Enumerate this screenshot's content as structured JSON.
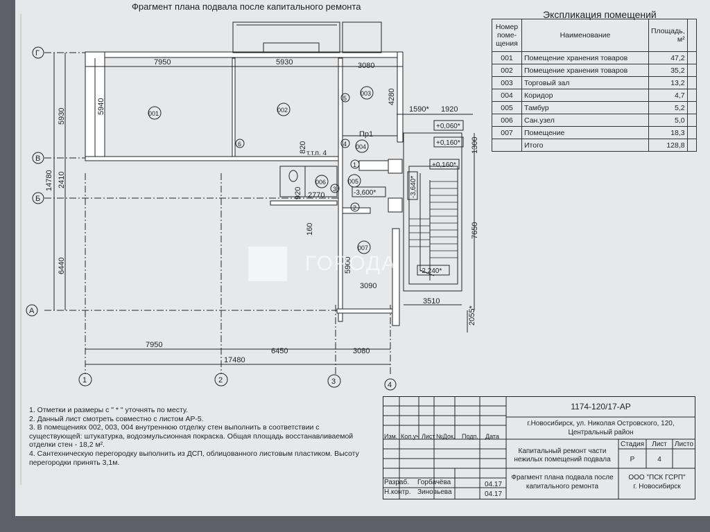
{
  "sheet_title": "Фрагмент плана подвала после капитального ремонта",
  "explication": {
    "title": "Экспликация помещений",
    "headers": {
      "number": "Номер поме- щения",
      "name": "Наименование",
      "area": "Площадь, м²"
    },
    "rows": [
      {
        "num": "001",
        "name": "Помещение хранения товаров",
        "area": "47,2"
      },
      {
        "num": "002",
        "name": "Помещение хранения товаров",
        "area": "35,2"
      },
      {
        "num": "003",
        "name": "Торговый зал",
        "area": "13,2"
      },
      {
        "num": "004",
        "name": "Коридор",
        "area": "4,7"
      },
      {
        "num": "005",
        "name": "Тамбур",
        "area": "5,2"
      },
      {
        "num": "006",
        "name": "Сан.узел",
        "area": "5,0"
      },
      {
        "num": "007",
        "name": "Помещение",
        "area": "18,3"
      }
    ],
    "total_label": "Итого",
    "total_area": "128,8"
  },
  "plan": {
    "axes_letters": [
      "Г",
      "В",
      "Б",
      "А"
    ],
    "axes_numbers": [
      "1",
      "2",
      "3",
      "4"
    ],
    "rooms": [
      "001",
      "002",
      "003",
      "004",
      "005",
      "006",
      "007"
    ],
    "small_marks": [
      "1",
      "2",
      "3",
      "4",
      "5",
      "6"
    ],
    "dims": {
      "top": [
        "7950",
        "5930",
        "3080"
      ],
      "bottom1": [
        "7950",
        "6450",
        "3080"
      ],
      "bottom2": "17480",
      "left": [
        "5930",
        "2410",
        "6440"
      ],
      "left_total": "14780",
      "r001_height": "5940",
      "r003_height": "4280",
      "d820": "820",
      "d920": "920",
      "d2770": "2770",
      "d160": "160",
      "d5900": "5900",
      "d3090": "3090",
      "d1590": "1590*",
      "d1920": "1920",
      "d1300": "1300",
      "d7650": "7650",
      "d3510": "3510",
      "d2055": "2055*"
    },
    "labels": {
      "pr1": "Пр1",
      "ttp": "т.т.п. 4",
      "lvl1": "+0,060*",
      "lvl2": "+0,160*",
      "lvl3": "+0,160*",
      "lvl4": "-3,600*",
      "lvl5": "-3,640*",
      "lvl6": "-2,240*"
    }
  },
  "notes": [
    "1. Отметки и размеры с \" * \" уточнять по месту.",
    "2. Данный лист смотреть совместно с листом АР-5.",
    "3. В помещениях 002, 003, 004 внутреннюю отделку стен выполнить в соответствии с",
    "существующей: штукатурка, водоэмульсионная покраска. Общая площадь восстанавливаемой",
    "отделки стен - 18,2 м².",
    "4. Сантехническую перегородку выполнить из ДСП, облицованного листовым пластиком. Высоту",
    "перегородки принять 3,1м."
  ],
  "stamp": {
    "code": "1174-120/17-АР",
    "address_1": "г.Новосибирск, ул. Николая Островского, 120,",
    "address_2": "Центральный район",
    "project_1": "Капитальный ремонт части",
    "project_2": "нежилых помещений подвала",
    "col_labels": [
      "Изм.",
      "Кол.уч",
      "Лист",
      "№Док.",
      "Подп.",
      "Дата"
    ],
    "stage_label": "Стадия",
    "sheet_label": "Лист",
    "sheets_label": "Листо",
    "stage": "Р",
    "sheet": "4",
    "dev_label": "Разраб.",
    "dev_name": "Горбачёва",
    "dev_date": "04.17",
    "ctrl_label": "Н.контр.",
    "ctrl_name": "Зиновьева",
    "ctrl_date": "04.17",
    "sheet_name_1": "Фрагмент плана подвала после",
    "sheet_name_2": "капитального ремонта",
    "org_1": "ООО \"ПСК ГСРП\"",
    "org_2": "г. Новосибирск"
  },
  "watermark": "ГОРОДА"
}
